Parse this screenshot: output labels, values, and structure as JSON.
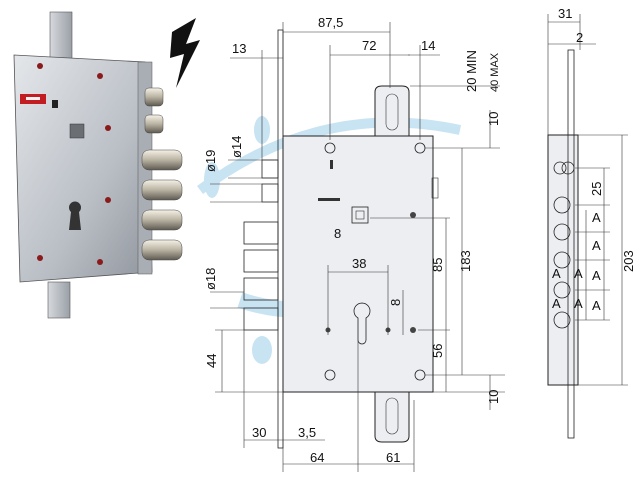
{
  "dimensions": {
    "top_width": "87,5",
    "top_72": "72",
    "top_14": "14",
    "top_13": "13",
    "min_20": "20 MIN",
    "max_40": "40 MAX",
    "top_10": "10",
    "dia_14": "ø14",
    "dia_19": "ø19",
    "sq_8": "8",
    "height_183": "183",
    "height_85": "85",
    "width_38": "38",
    "v_8": "8",
    "dia_18": "ø18",
    "height_56": "56",
    "height_44": "44",
    "bottom_10": "10",
    "bottom_30": "30",
    "bottom_3_5": "3,5",
    "bottom_64": "64",
    "bottom_61": "61",
    "side_31": "31",
    "side_2": "2",
    "side_25": "25",
    "side_A": "A",
    "side_203": "203"
  },
  "colors": {
    "lock_body": "#c8ccd2",
    "accent_watermark": "#9ccde8",
    "bolt_chrome": "#d9d4c8",
    "lightning": "#111111"
  }
}
